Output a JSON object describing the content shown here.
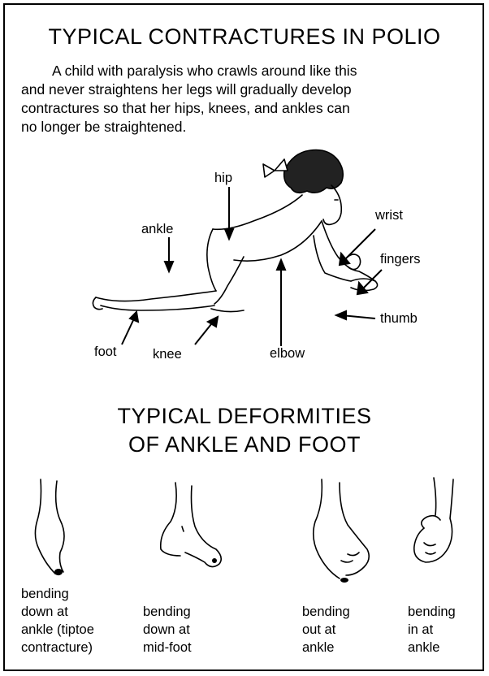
{
  "section1": {
    "title": "TYPICAL CONTRACTURES IN POLIO",
    "intro_lines": [
      "A child with paralysis who crawls around like this",
      "and never straightens her legs will gradually develop",
      "contractures so that her hips, knees, and ankles can",
      "no longer be straightened."
    ],
    "labels": {
      "hip": "hip",
      "wrist": "wrist",
      "ankle": "ankle",
      "fingers": "fingers",
      "thumb": "thumb",
      "foot": "foot",
      "knee": "knee",
      "elbow": "elbow"
    }
  },
  "section2": {
    "title_lines": [
      "TYPICAL DEFORMITIES",
      "OF ANKLE AND FOOT"
    ],
    "captions": [
      [
        "bending",
        "down at",
        "ankle (tiptoe",
        "contracture)"
      ],
      [
        "bending",
        "down at",
        "mid-foot"
      ],
      [
        "bending",
        "out at",
        "ankle"
      ],
      [
        "bending",
        "in at",
        "ankle"
      ]
    ]
  }
}
